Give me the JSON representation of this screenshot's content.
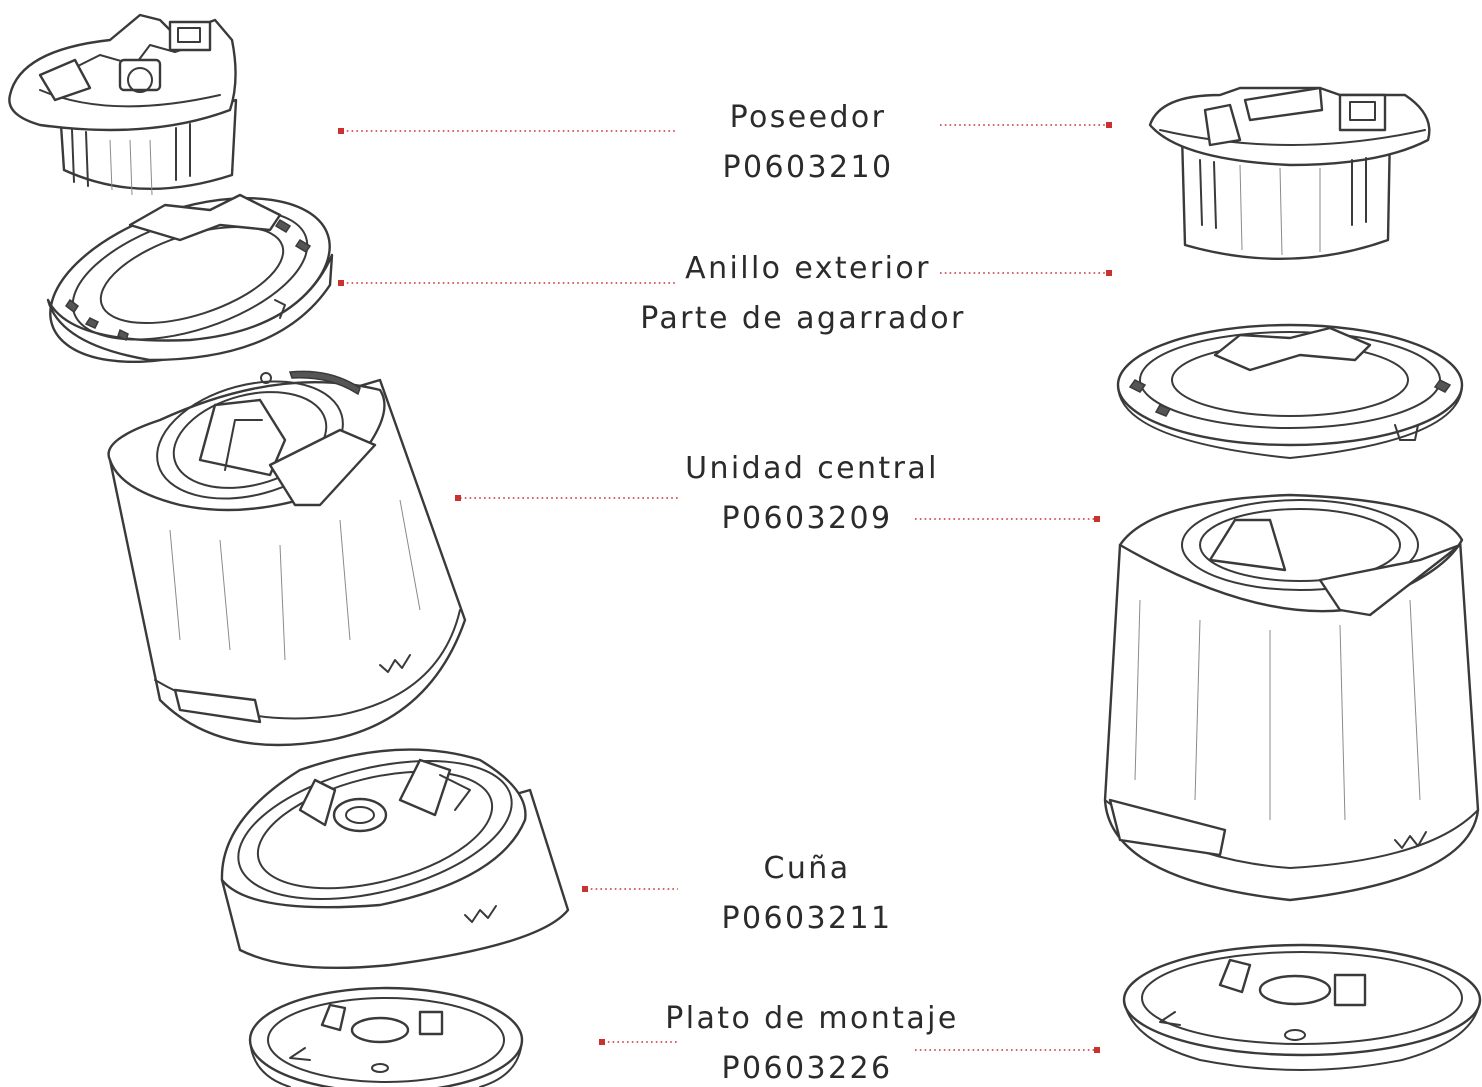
{
  "parts": [
    {
      "name": "Poseedor",
      "code": "P0603210"
    },
    {
      "name": "Anillo exterior",
      "code": "Parte de agarrador"
    },
    {
      "name": "Unidad central",
      "code": "P0603209"
    },
    {
      "name": "Cuña",
      "code": "P0603211"
    },
    {
      "name": "Plato de montaje",
      "code": "P0603226"
    }
  ],
  "colors": {
    "leader": "#c8322f",
    "text": "#2b2b2b",
    "outline": "#3a3a3a"
  }
}
